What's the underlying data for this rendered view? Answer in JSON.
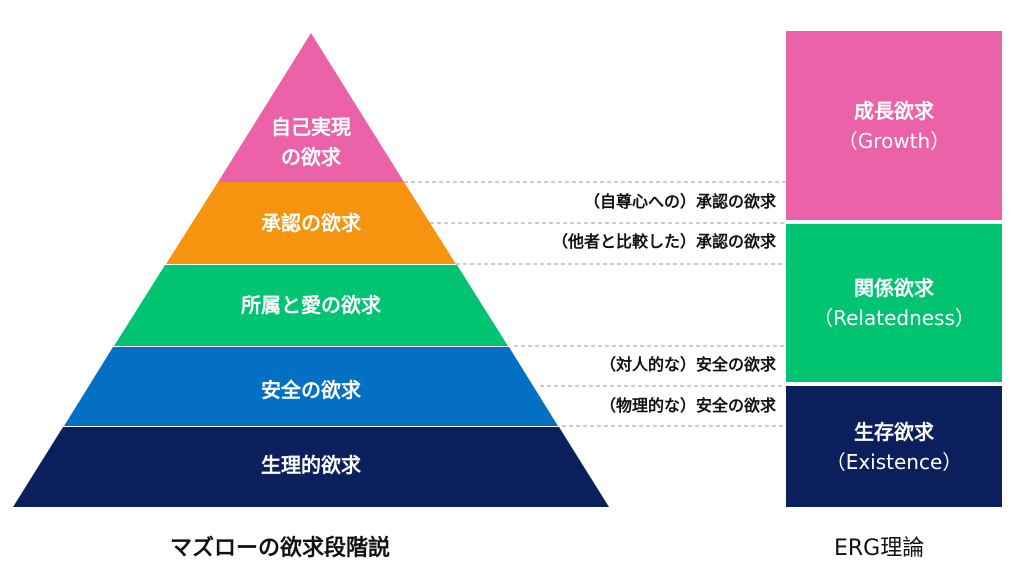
{
  "maslow": {
    "levels": [
      {
        "text": "自己実現\nの欲求",
        "color": "#ec62a8"
      },
      {
        "text": "承認の欲求",
        "color": "#f7940f"
      },
      {
        "text": "所属と愛の欲求",
        "color": "#00c471"
      },
      {
        "text": "安全の欲求",
        "color": "#0470c4"
      },
      {
        "text": "生理的欲求",
        "color": "#0a1f5c"
      }
    ],
    "caption": "マズローの欲求段階説"
  },
  "notes": [
    "（自尊心への）承認の欲求",
    "（他者と比較した）承認の欲求",
    "（対人的な）安全の欲求",
    "（物理的な）安全の欲求"
  ],
  "erg": {
    "boxes": [
      {
        "title": "成長欲求",
        "en": "（Growth）",
        "color": "#ec62a8"
      },
      {
        "title": "関係欲求",
        "en": "（Relatedness）",
        "color": "#00c471"
      },
      {
        "title": "生存欲求",
        "en": "（Existence）",
        "color": "#0a1f5c"
      }
    ],
    "caption": "ERG理論"
  }
}
